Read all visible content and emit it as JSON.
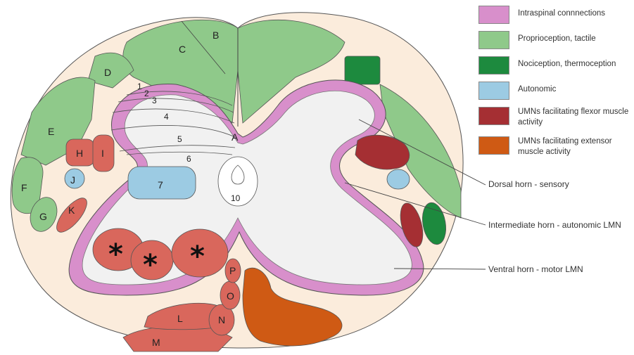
{
  "colors": {
    "background": "#fbecdc",
    "intraspinal": "#d88fcb",
    "proprioception": "#8fc98a",
    "nociception": "#1d8a3e",
    "autonomic": "#9ccbe3",
    "umn_flexor": "#a52f33",
    "umn_extensor": "#cf5a14",
    "lmn_pools": "#d9675c",
    "grey_matter": "#f1f1f1"
  },
  "legend": [
    {
      "label": "Intraspinal connnections",
      "color": "#d88fcb"
    },
    {
      "label": "Proprioception, tactile",
      "color": "#8fc98a"
    },
    {
      "label": "Nociception, thermoception",
      "color": "#1d8a3e"
    },
    {
      "label": "Autonomic",
      "color": "#9ccbe3"
    },
    {
      "label": "UMNs facilitating flexor muscle activity",
      "color": "#a52f33"
    },
    {
      "label": "UMNs facilitating extensor muscle activity",
      "color": "#cf5a14"
    }
  ],
  "callouts": {
    "dorsal": "Dorsal horn - sensory",
    "intermediate": "Intermediate horn - autonomic LMN",
    "ventral": "Ventral horn - motor LMN"
  },
  "labels": {
    "A": "A",
    "B": "B",
    "C": "C",
    "D": "D",
    "E": "E",
    "F": "F",
    "G": "G",
    "H": "H",
    "I": "I",
    "J": "J",
    "K": "K",
    "L": "L",
    "M": "M",
    "N": "N",
    "O": "O",
    "P": "P",
    "n1": "1",
    "n2": "2",
    "n3": "3",
    "n4": "4",
    "n5": "5",
    "n6": "6",
    "n7": "7",
    "n10": "10",
    "star": "*"
  }
}
